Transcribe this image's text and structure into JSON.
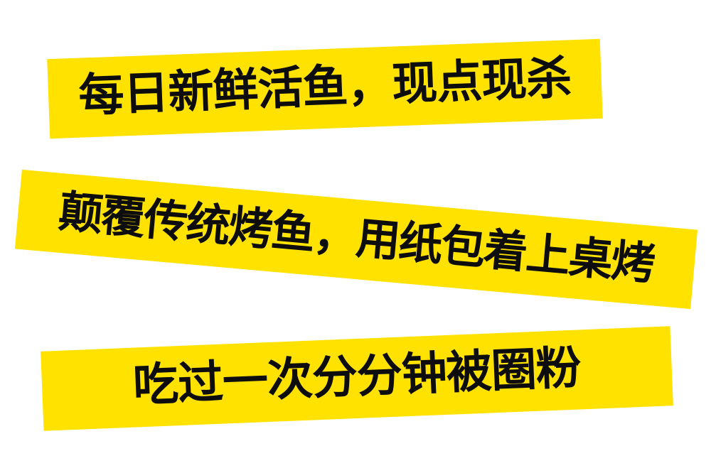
{
  "poster": {
    "background_color": "#ffffff",
    "banner_color": "#ffe200",
    "text_color": "#0d0d0d"
  },
  "banners": [
    {
      "text": "每日新鲜活鱼，现点现杀"
    },
    {
      "text": "颠覆传统烤鱼，用纸包着上桌烤"
    },
    {
      "text": "吃过一次分分钟被圈粉"
    }
  ]
}
